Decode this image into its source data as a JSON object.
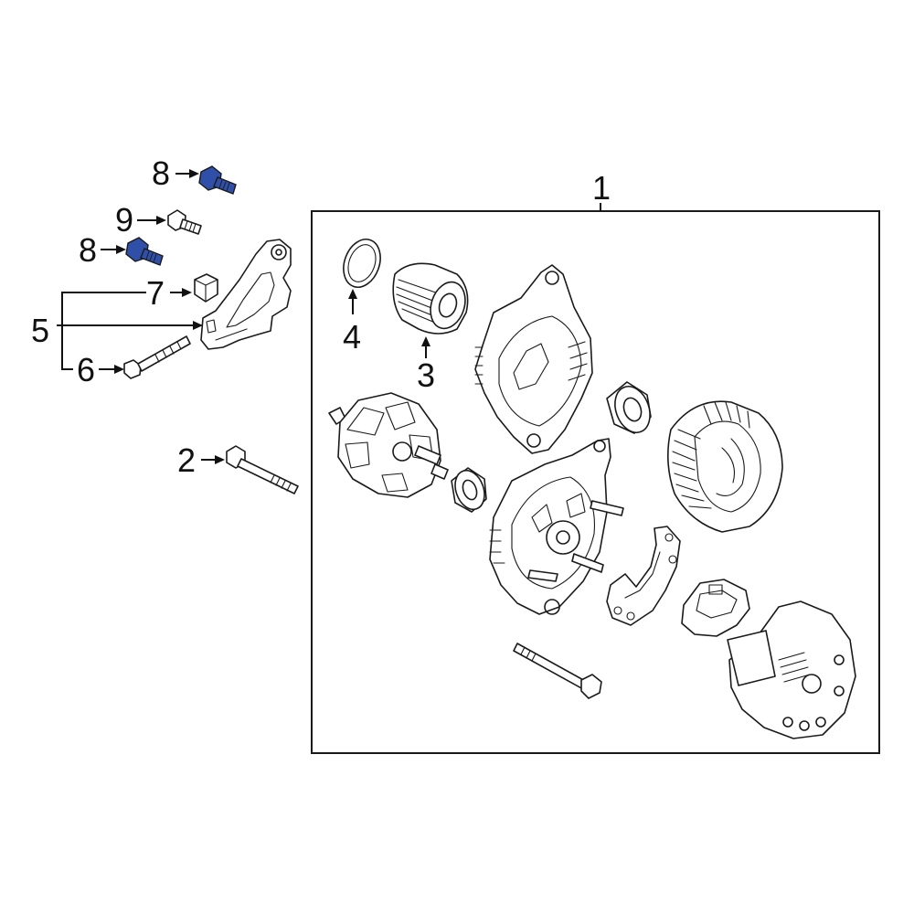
{
  "callouts": {
    "c1": "1",
    "c2": "2",
    "c3": "3",
    "c4": "4",
    "c5": "5",
    "c6": "6",
    "c7": "7",
    "c8a": "8",
    "c8b": "8",
    "c9": "9"
  },
  "colors": {
    "highlight_bolt": "#2f4fa8",
    "line": "#1a1a1a",
    "background": "#ffffff"
  }
}
